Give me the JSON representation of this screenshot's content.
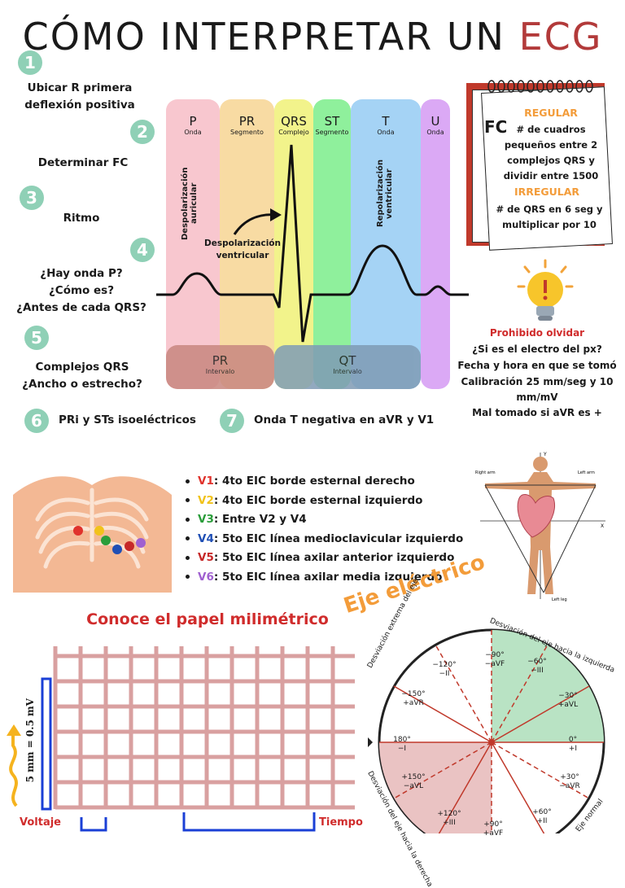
{
  "title": {
    "prefix": "CÓMO INTERPRETAR UN",
    "accent": "ECG"
  },
  "steps": [
    {
      "num": "1",
      "text": "Ubicar R primera\ndeflexión positiva"
    },
    {
      "num": "2",
      "text": "Determinar FC"
    },
    {
      "num": "3",
      "text": "Ritmo"
    },
    {
      "num": "4",
      "text": "¿Hay onda P?\n¿Cómo es?\n¿Antes de cada QRS?"
    },
    {
      "num": "5",
      "text": "Complejos QRS\n¿Ancho o estrecho?"
    },
    {
      "num": "6",
      "text": "PRi y STs isoeléctricos"
    },
    {
      "num": "7",
      "text": "Onda T negativa en aVR y V1"
    }
  ],
  "waves": [
    {
      "label": "P",
      "sub": "Onda",
      "color": "#f8c7cf"
    },
    {
      "label": "PR",
      "sub": "Segmento",
      "color": "#f8dba3"
    },
    {
      "label": "QRS",
      "sub": "Complejo",
      "color": "#f2f38b"
    },
    {
      "label": "ST",
      "sub": "Segmento",
      "color": "#8ff09c"
    },
    {
      "label": "T",
      "sub": "Onda",
      "color": "#a5d3f5"
    },
    {
      "label": "U",
      "sub": "Onda",
      "color": "#dba9f5"
    }
  ],
  "intervals": [
    {
      "label": "PR",
      "sub": "Intervalo"
    },
    {
      "label": "QT",
      "sub": "Intervalo"
    }
  ],
  "annotations": {
    "p_wave": "Despolarización auricular",
    "qrs": "Despolarización\nventricular",
    "t_wave": "Repolarización ventricular"
  },
  "fc_note": {
    "fc": "FC",
    "regular": "REGULAR",
    "regular_text": "# de cuadros\npequeños entre 2\ncomplejos QRS y\ndividir entre 1500",
    "irregular": "IRREGULAR",
    "irregular_text": "# de QRS en 6 seg y\nmultiplicar por 10"
  },
  "reminder": {
    "title": "Prohibido olvidar",
    "lines": [
      "¿Si es el electro del px?",
      "Fecha y hora en que se tomó",
      "Calibración 25 mm/seg y 10\nmm/mV",
      "Mal tomado si aVR es +"
    ]
  },
  "leads": [
    {
      "name": "V1",
      "text": ": 4to EIC borde esternal derecho",
      "color": "#e0322c"
    },
    {
      "name": "V2",
      "text": ": 4to EIC borde esternal izquierdo",
      "color": "#f1c21b"
    },
    {
      "name": "V3",
      "text": ": Entre V2 y V4",
      "color": "#2a9d3a"
    },
    {
      "name": "V4",
      "text": ": 5to EIC línea medioclavicular izquierdo",
      "color": "#1f4fb5"
    },
    {
      "name": "V5",
      "text": ": 5to EIC línea axilar anterior izquierdo",
      "color": "#c62828"
    },
    {
      "name": "V6",
      "text": ": 5to EIC línea axilar media izquierdo",
      "color": "#a060d0"
    }
  ],
  "einthoven": {
    "right_arm": "Right arm",
    "left_arm": "Left arm",
    "left_leg": "Left leg",
    "y": "Y",
    "x": "X"
  },
  "paper": {
    "title": "Conoce el papel milimétrico",
    "voltage_axis": "5 mm = 0.5 mV",
    "voltaje": "Voltaje",
    "tiempo": "Tiempo"
  },
  "axis": {
    "title": "Eje eléctrico",
    "extreme": "Desviación extrema del eje",
    "left": "Desviación del eje hacia la izquierda",
    "right": "Desviación del eje hacia la derecha",
    "normal": "Eje normal",
    "labels": [
      {
        "deg": "−90°",
        "lead": "−aVF"
      },
      {
        "deg": "−60°",
        "lead": "−III"
      },
      {
        "deg": "−120°",
        "lead": "−II"
      },
      {
        "deg": "−150°",
        "lead": "+aVR"
      },
      {
        "deg": "−30°",
        "lead": "+aVL"
      },
      {
        "deg": "180°",
        "lead": "−I"
      },
      {
        "deg": "0°",
        "lead": "+I"
      },
      {
        "deg": "+150°",
        "lead": "−aVL"
      },
      {
        "deg": "+30°",
        "lead": "−aVR"
      },
      {
        "deg": "+120°",
        "lead": "+III"
      },
      {
        "deg": "+60°",
        "lead": "+II"
      },
      {
        "deg": "+90°",
        "lead": "+aVF"
      }
    ]
  },
  "colors": {
    "step": "#8fd0b6",
    "red": "#d02c2c",
    "orange": "#f39c3a",
    "grid": "#d9a0a0",
    "blue": "#1a3fd6"
  }
}
